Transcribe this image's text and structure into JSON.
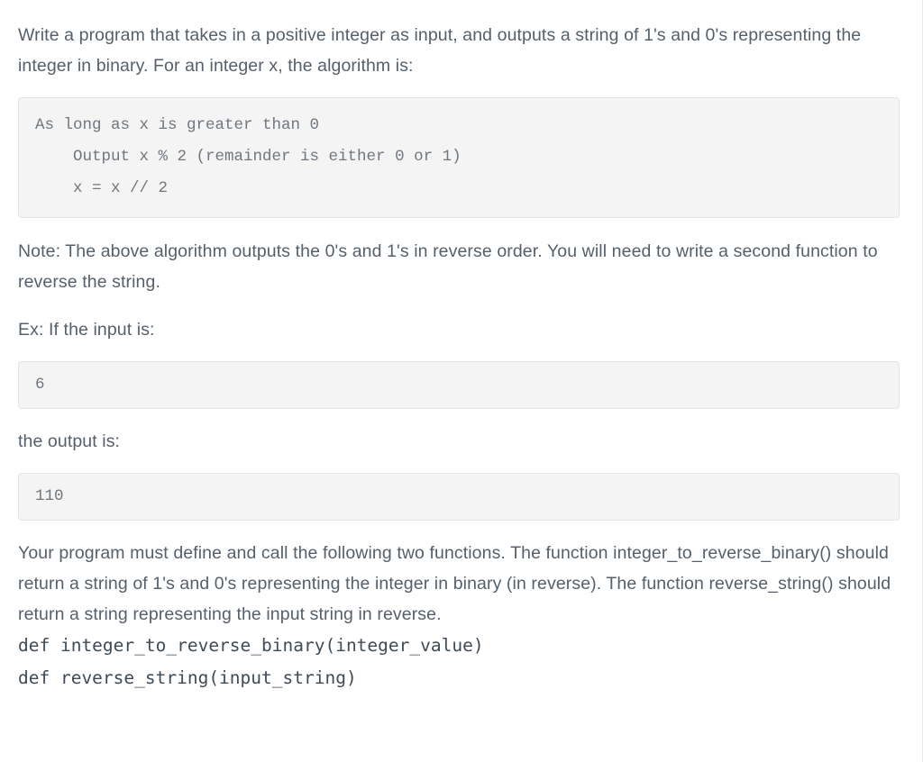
{
  "document": {
    "intro_paragraph": "Write a program that takes in a positive integer as input, and outputs a string of 1's and 0's representing the integer in binary. For an integer x, the algorithm is:",
    "algorithm_code": "As long as x is greater than 0\n    Output x % 2 (remainder is either 0 or 1)\n    x = x // 2",
    "note_paragraph": "Note: The above algorithm outputs the 0's and 1's in reverse order. You will need to write a second function to reverse the string.",
    "example_input_label": "Ex: If the input is:",
    "example_input_value": "6",
    "example_output_label": "the output is:",
    "example_output_value": "110",
    "requirements_paragraph": "Your program must define and call the following two functions. The function integer_to_reverse_binary() should return a string of 1's and 0's representing the integer in binary (in reverse). The function reverse_string() should return a string representing the input string in reverse.",
    "function_signatures": "def integer_to_reverse_binary(integer_value)\ndef reverse_string(input_string)"
  },
  "theme": {
    "body_text_color": "#55606b",
    "code_text_color": "#6f777e",
    "code_background": "#f4f4f5",
    "code_border": "#e3e4e6",
    "signature_text_color": "#3f4b56",
    "page_background": "#ffffff"
  }
}
